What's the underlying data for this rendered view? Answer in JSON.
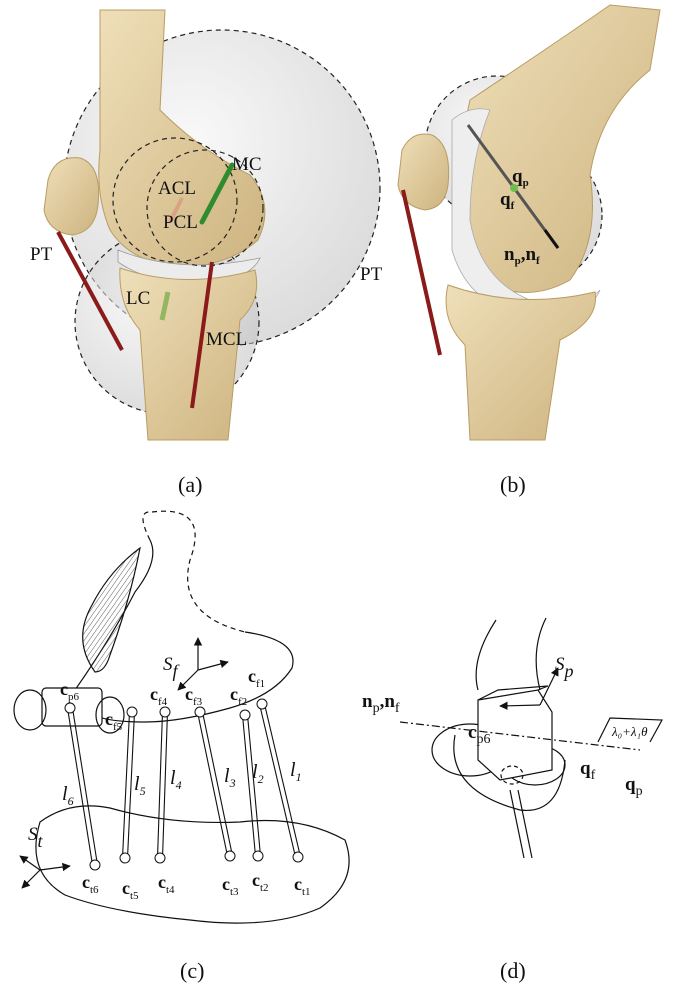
{
  "panel_a": {
    "caption": "(a)",
    "labels": {
      "mc": "MC",
      "acl": "ACL",
      "pcl": "PCL",
      "pt": "PT",
      "lc": "LC",
      "mcl": "MCL"
    }
  },
  "panel_b": {
    "caption": "(b)",
    "labels": {
      "pt": "PT",
      "qp": "q",
      "qp_sub": "p",
      "qf": "q",
      "qf_sub": "f",
      "n": "n",
      "n_sub1": "p",
      "n_comma": ",n",
      "n_sub2": "f"
    }
  },
  "panel_c": {
    "caption": "(c)",
    "frame_f": {
      "main": "S",
      "sub": "f"
    },
    "frame_t": {
      "main": "S",
      "sub": "t"
    },
    "femoral_points": [
      {
        "main": "c",
        "sub": "p6"
      },
      {
        "main": "c",
        "sub": "f5"
      },
      {
        "main": "c",
        "sub": "f4"
      },
      {
        "main": "c",
        "sub": "f3"
      },
      {
        "main": "c",
        "sub": "f2"
      },
      {
        "main": "c",
        "sub": "f1"
      }
    ],
    "tibial_points": [
      {
        "main": "c",
        "sub": "t6"
      },
      {
        "main": "c",
        "sub": "t5"
      },
      {
        "main": "c",
        "sub": "t4"
      },
      {
        "main": "c",
        "sub": "t3"
      },
      {
        "main": "c",
        "sub": "t2"
      },
      {
        "main": "c",
        "sub": "t1"
      }
    ],
    "lengths": [
      {
        "main": "l",
        "sub": "6"
      },
      {
        "main": "l",
        "sub": "5"
      },
      {
        "main": "l",
        "sub": "4"
      },
      {
        "main": "l",
        "sub": "3"
      },
      {
        "main": "l",
        "sub": "2"
      },
      {
        "main": "l",
        "sub": "1"
      }
    ]
  },
  "panel_d": {
    "caption": "(d)",
    "frame_p": {
      "main": "S",
      "sub": "p"
    },
    "n_label": {
      "main1": "n",
      "sub1": "p",
      "comma": ",",
      "main2": "n",
      "sub2": "f"
    },
    "c_label": {
      "main": "c",
      "sub": "p6"
    },
    "qf_label": {
      "main": "q",
      "sub": "f"
    },
    "qp_label": {
      "main": "q",
      "sub": "p"
    },
    "lambda_label": "λ₀+λ₁θ"
  },
  "colors": {
    "bone": "#e6d3a8",
    "bone_dark": "#c9b07e",
    "sphere": "#cfcfcf",
    "ligament_red": "#8b1a1a",
    "ligament_green": "#3a9a2a",
    "cartilage": "#eeeeee"
  }
}
